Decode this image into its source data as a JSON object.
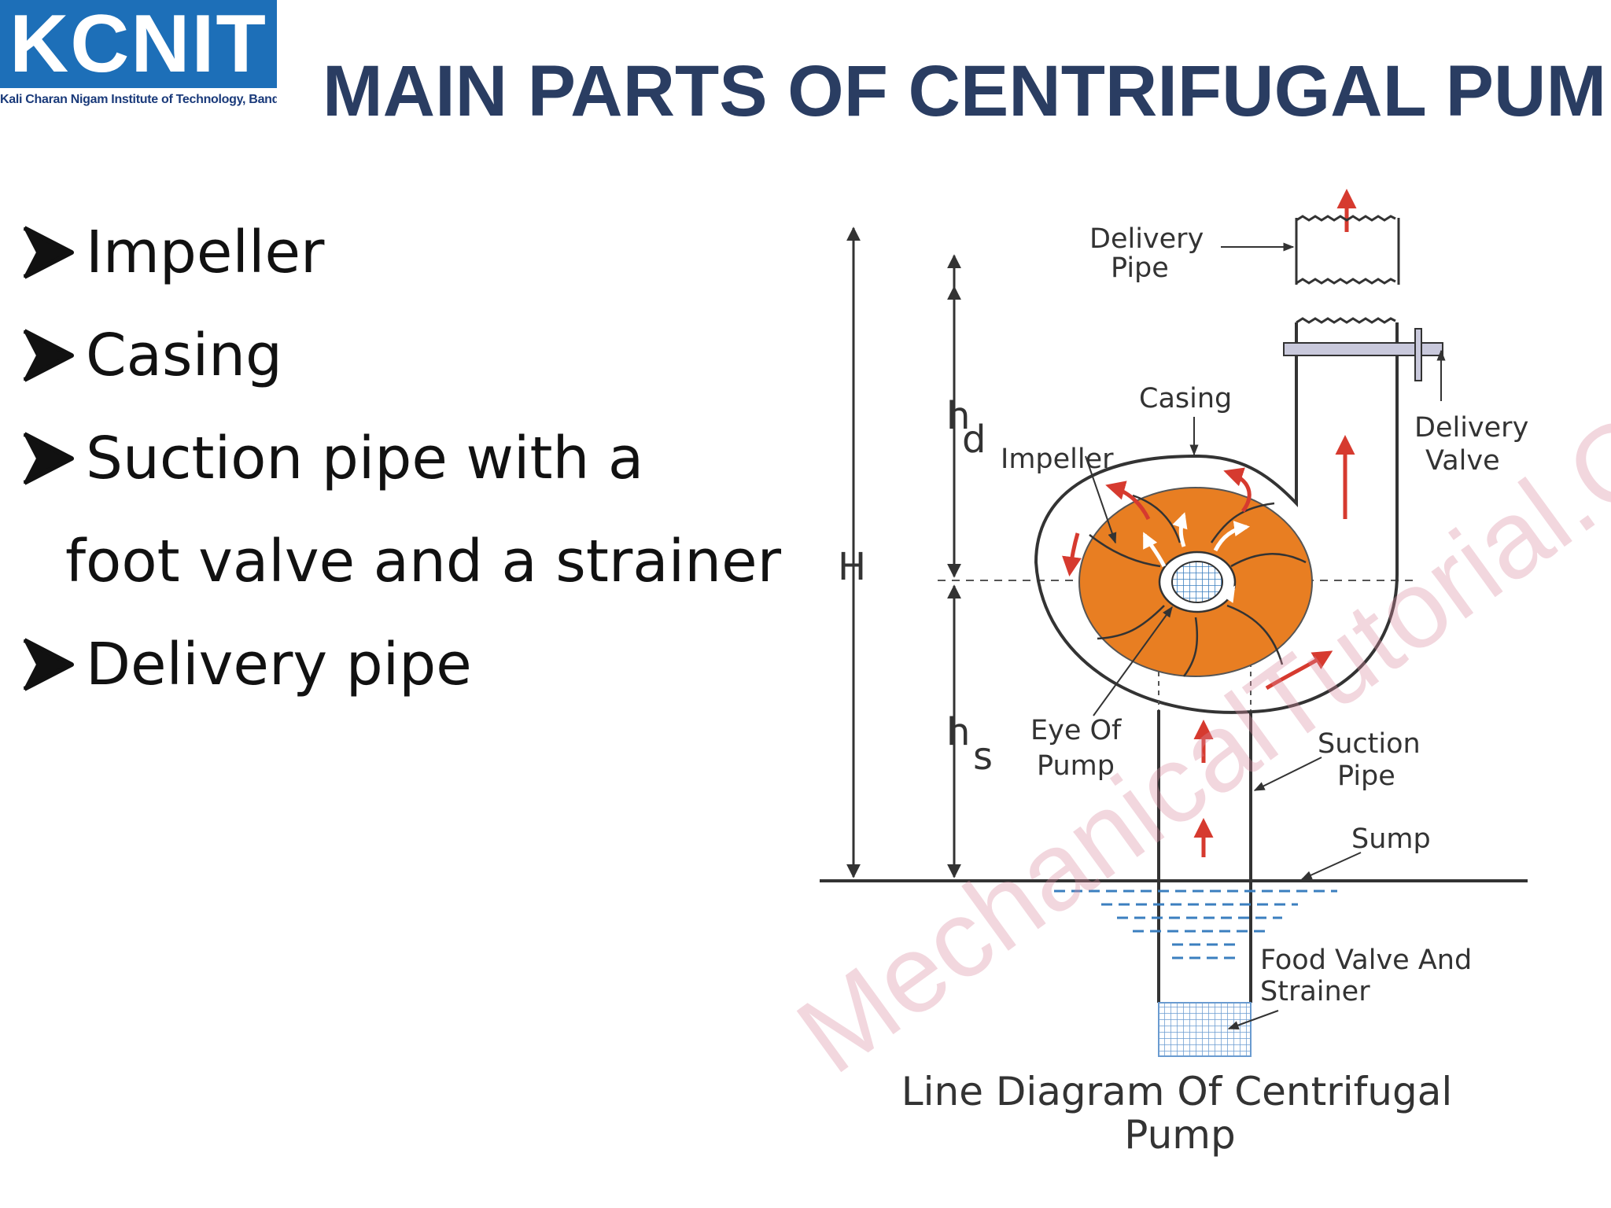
{
  "logo": {
    "text": "KCNIT",
    "subtitle": "Kali Charan Nigam Institute of Technology, Banda",
    "bg_color": "#1d6fb8"
  },
  "slide": {
    "title": "MAIN PARTS OF CENTRIFUGAL PUMP",
    "title_color": "#2a3d62"
  },
  "bullets": [
    {
      "text": "Impeller"
    },
    {
      "text": "Casing"
    },
    {
      "text": "Suction pipe with a"
    },
    {
      "text": "foot valve and a strainer",
      "continuation": true
    },
    {
      "text": "Delivery pipe"
    }
  ],
  "diagram": {
    "labels": {
      "delivery_pipe": [
        "Delivery",
        "Pipe"
      ],
      "casing": "Casing",
      "delivery_valve": [
        "Delivery",
        "Valve"
      ],
      "impeller": "Impeller",
      "eye_of_pump": [
        "Eye Of",
        "Pump"
      ],
      "suction_pipe": [
        "Suction",
        "Pipe"
      ],
      "sump": "Sump",
      "foot_valve": [
        "Food Valve And",
        "Strainer"
      ],
      "H": "H",
      "hd_main": "h",
      "hd_sub": "d",
      "hs_main": "h",
      "hs_sub": "s"
    },
    "caption": [
      "Line Diagram Of Centrifugal",
      "Pump"
    ],
    "watermark": "MechanicalTutorial.Com",
    "colors": {
      "impeller": "#e87e22",
      "arrows": "#d63a2f",
      "water": "#3b7fbf",
      "valve": "#c9c9dc",
      "strainer": "#9bbce0"
    }
  }
}
